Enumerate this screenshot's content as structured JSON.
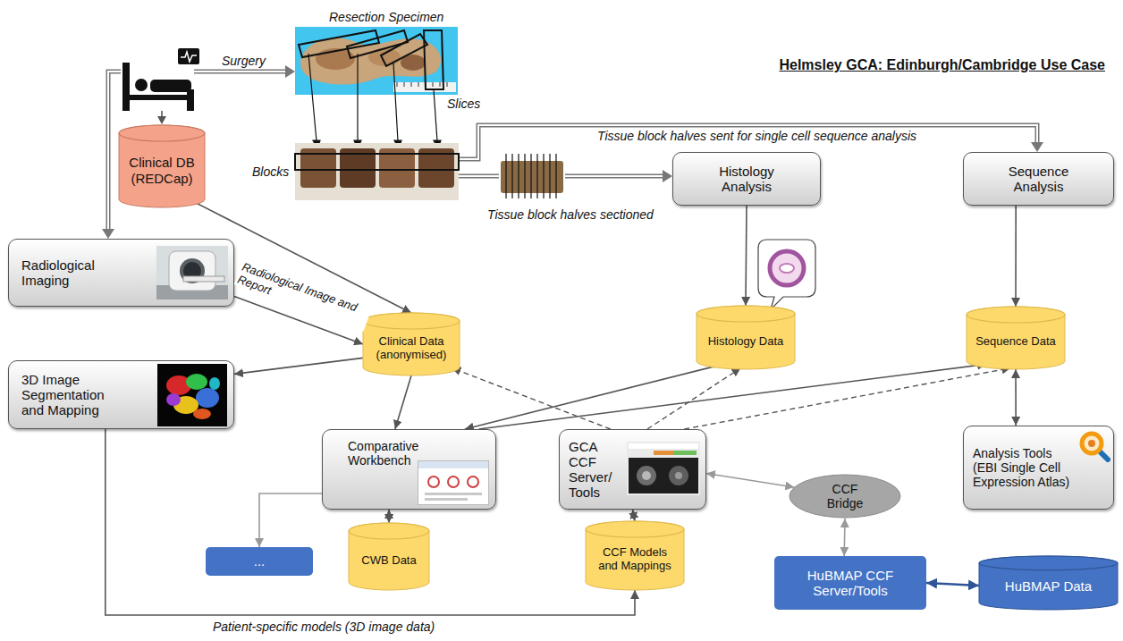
{
  "diagram": {
    "title": "Helmsley GCA: Edinburgh/Cambridge Use Case",
    "nodes": [
      {
        "text": [
          "Clinical DB (REDCap)"
        ]
      },
      {
        "text": [
          "Histology Analysis"
        ]
      },
      {
        "text": [
          "Sequence Analysis"
        ]
      },
      {
        "text": [
          "Radiological Imaging"
        ]
      },
      {
        "text": [
          "Clinical Data (anonymised)"
        ]
      },
      {
        "text": [
          "Histology Data"
        ]
      },
      {
        "text": [
          "Sequence Data"
        ]
      },
      {
        "text": [
          "3D Image Segmentation and Mapping"
        ]
      },
      {
        "text": [
          "Comparative Workbench"
        ]
      },
      {
        "text": [
          "GCA CCF Server/ Tools"
        ]
      },
      {
        "text": [
          "CCF Bridge"
        ]
      },
      {
        "text": [
          "Analysis Tools (EBI Single Cell Expression Atlas)"
        ]
      },
      {
        "text": [
          "..."
        ]
      },
      {
        "text": [
          "CWB Data"
        ]
      },
      {
        "text": [
          "CCF Models and Mappings"
        ]
      },
      {
        "text": [
          "HuBMAP CCF Server/Tools"
        ]
      },
      {
        "text": [
          "HuBMAP Data"
        ]
      }
    ],
    "edges": [
      {
        "from": 0,
        "to": 4,
        "arrow": "to"
      },
      {
        "from": 3,
        "to": 4,
        "label": "Radiological Image and Report",
        "arrow": "to"
      },
      {
        "from": 4,
        "to": 7,
        "arrow": "to"
      },
      {
        "from": 1,
        "to": 5,
        "arrow": "to"
      },
      {
        "from": 2,
        "to": 6,
        "arrow": "to"
      },
      {
        "from": 4,
        "to": 8,
        "arrow": "to"
      },
      {
        "from": 5,
        "to": 8,
        "arrow": "to"
      },
      {
        "from": 8,
        "to": 6,
        "arrow": "to"
      },
      {
        "from": 9,
        "to": 4,
        "arrow": "to"
      },
      {
        "from": 9,
        "to": 5,
        "arrow": "to"
      },
      {
        "from": 9,
        "to": 6,
        "arrow": "to"
      },
      {
        "from": 11,
        "to": 6,
        "arrow": "both"
      },
      {
        "from": 8,
        "to": 12,
        "arrow": "to"
      },
      {
        "from": 8,
        "to": 13,
        "arrow": "both"
      },
      {
        "from": 9,
        "to": 14,
        "arrow": "both"
      },
      {
        "from": 9,
        "to": 10,
        "arrow": "both"
      },
      {
        "from": 10,
        "to": 15,
        "arrow": "both"
      },
      {
        "from": 15,
        "to": 16,
        "arrow": "both"
      },
      {
        "from": 7,
        "to": 14,
        "label": "Patient-specific models (3D image data)",
        "arrow": "to"
      }
    ],
    "labels": [
      "Surgery",
      "Resection Specimen",
      "Slices",
      "Blocks",
      "Tissue block halves sent for single cell sequence analysis",
      "Tissue block halves sectioned"
    ]
  }
}
